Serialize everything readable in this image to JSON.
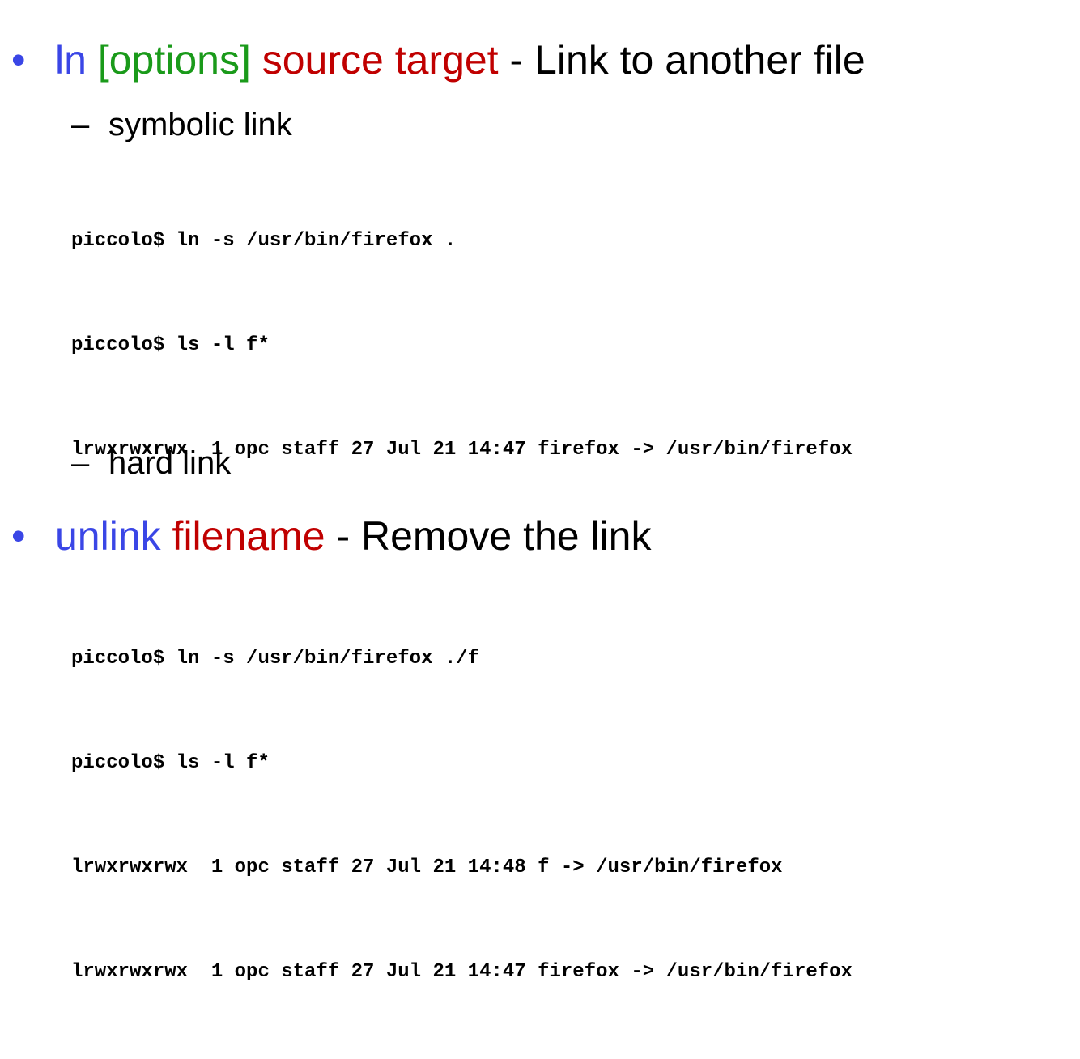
{
  "bullet1": {
    "dot": "•",
    "cmd": "ln",
    "options": "[options]",
    "args": "source target",
    "desc": "- Link to another file",
    "colors": {
      "cmd": "#3a46e6",
      "options": "#1a9a1a",
      "args": "#c00000"
    }
  },
  "sub1": {
    "dash": "–",
    "label": "symbolic link"
  },
  "code_block": {
    "lines": [
      "piccolo$ ln -s /usr/bin/firefox .",
      "piccolo$ ls -l f*",
      "lrwxrwxrwx  1 opc staff 27 Jul 21 14:47 firefox -> /usr/bin/firefox",
      "",
      "piccolo$ ln -s /usr/bin/firefox ./f",
      "piccolo$ ls -l f*",
      "lrwxrwxrwx  1 opc staff 27 Jul 21 14:48 f -> /usr/bin/firefox",
      "lrwxrwxrwx  1 opc staff 27 Jul 21 14:47 firefox -> /usr/bin/firefox"
    ]
  },
  "sub2": {
    "dash": "–",
    "label": "hard link"
  },
  "bullet2": {
    "dot": "•",
    "cmd": "unlink",
    "args": "filename",
    "desc": "- Remove the link",
    "colors": {
      "cmd": "#3a46e6",
      "args": "#c00000"
    }
  }
}
